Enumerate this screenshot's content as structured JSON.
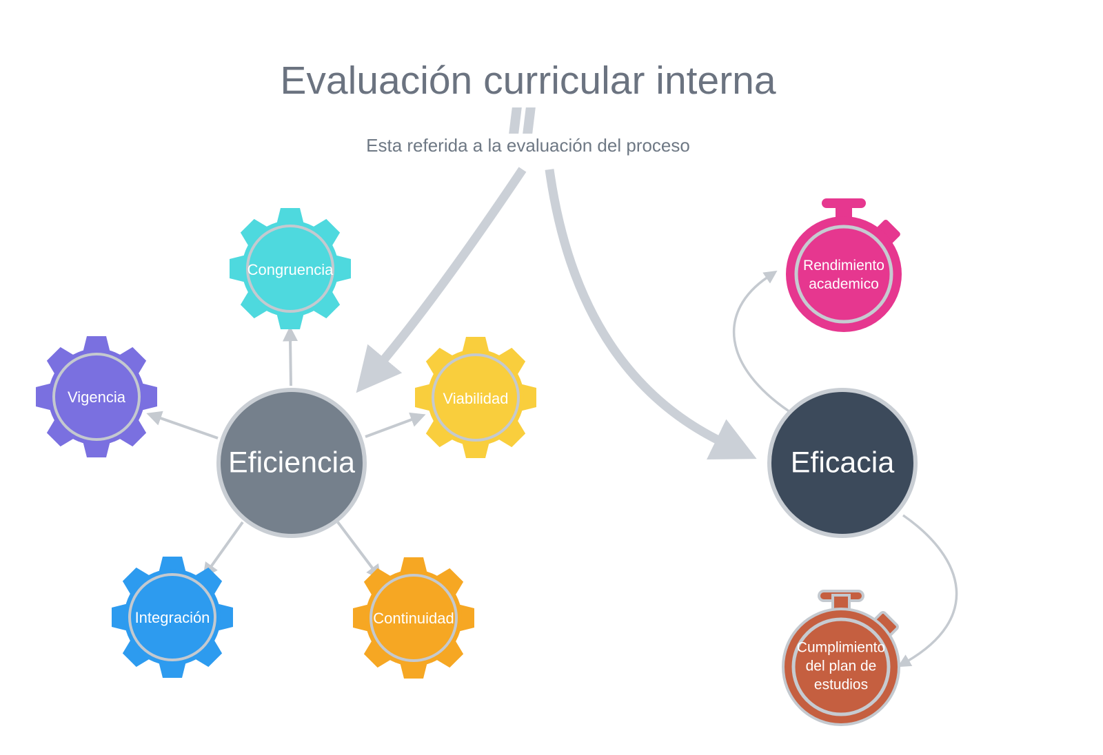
{
  "title": {
    "text": "Evaluación curricular interna"
  },
  "subtitle": {
    "text": "Esta referida a la evaluación del proceso"
  },
  "hubs": {
    "eficiencia": {
      "label": "Eficiencia",
      "color": "#75808C"
    },
    "eficacia": {
      "label": "Eficacia",
      "color": "#3C4A5B"
    }
  },
  "gears": [
    {
      "label": "Congruencia",
      "color": "#4ED9DE"
    },
    {
      "label": "Vigencia",
      "color": "#7A70E0"
    },
    {
      "label": "Viabilidad",
      "color": "#F9CE3D"
    },
    {
      "label": "Integración",
      "color": "#2D9BEF"
    },
    {
      "label": "Continuidad",
      "color": "#F6A723"
    }
  ],
  "stopwatches": [
    {
      "label": "Rendimiento academico",
      "color": "#E6378F"
    },
    {
      "label": "Cumplimiento del plan de estudios",
      "color": "#C55F40"
    }
  ],
  "colors": {
    "title_text": "#6B7380",
    "subtitle_text": "#6E7884",
    "node_ring": "#C4C9CF",
    "big_arrow": "#CBD0D7",
    "thin_arrow": "#C5CAD0",
    "label_text": "#FFFFFF"
  }
}
